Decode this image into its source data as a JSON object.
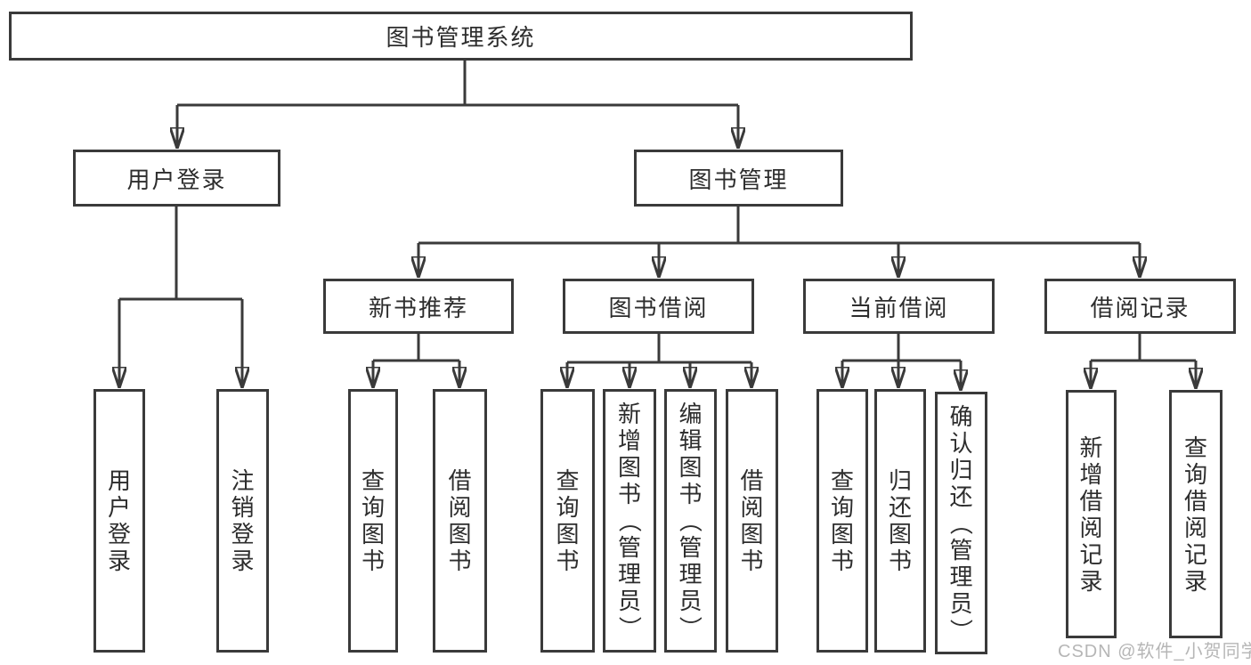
{
  "colors": {
    "line": "#3a3a3a",
    "box_border": "#3a3a3a",
    "text": "#2d2d2d",
    "box_background": "#ffffff",
    "watermark": "#b6b6b6"
  },
  "watermark": "CSDN @软件_小贺同学",
  "tree": {
    "root": {
      "label": "图书管理系统"
    },
    "level2": [
      {
        "label": "用户登录"
      },
      {
        "label": "图书管理"
      }
    ],
    "level3": [
      {
        "label": "新书推荐"
      },
      {
        "label": "图书借阅"
      },
      {
        "label": "当前借阅"
      },
      {
        "label": "借阅记录"
      }
    ],
    "leaves": {
      "user_login": [
        "用户登录",
        "注销登录"
      ],
      "new_book": [
        "查询图书",
        "借阅图书"
      ],
      "borrow": [
        "查询图书",
        "新增图书（管理员）",
        "编辑图书（管理员）",
        "借阅图书"
      ],
      "current": [
        "查询图书",
        "归还图书",
        "确认归还（管理员）"
      ],
      "records": [
        "新增借阅记录",
        "查询借阅记录"
      ]
    }
  }
}
